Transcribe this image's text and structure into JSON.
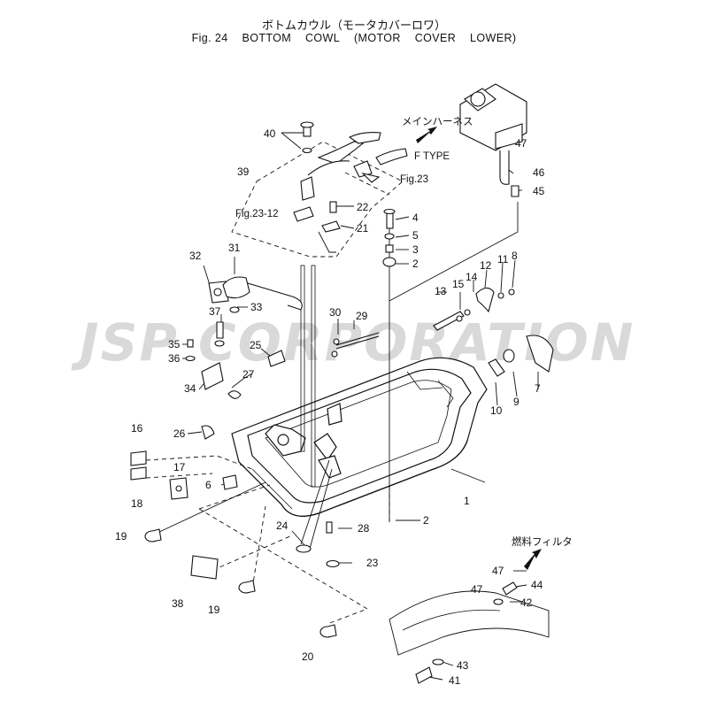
{
  "title": {
    "japanese": "ボトムカウル（モータカバーロワ）",
    "fig_label": "Fig. 24",
    "english_words": [
      "BOTTOM",
      "COWL",
      "(MOTOR",
      "COVER",
      "LOWER)"
    ]
  },
  "watermark": "JSP CORPORATION",
  "annotations": {
    "main_harness": "メインハーネス",
    "f_type": "F TYPE",
    "fig23_ref": "Fig.23",
    "fig23_12_ref": "Fig.23-12",
    "fuel_filter": "燃料フィルタ"
  },
  "callouts": [
    {
      "id": "c40",
      "text": "40"
    },
    {
      "id": "c39",
      "text": "39"
    },
    {
      "id": "c22",
      "text": "22"
    },
    {
      "id": "c21",
      "text": "21"
    },
    {
      "id": "c4",
      "text": "4"
    },
    {
      "id": "c5",
      "text": "5"
    },
    {
      "id": "c3",
      "text": "3"
    },
    {
      "id": "c2a",
      "text": "2"
    },
    {
      "id": "c47a",
      "text": "47"
    },
    {
      "id": "c46",
      "text": "46"
    },
    {
      "id": "c45",
      "text": "45"
    },
    {
      "id": "c31",
      "text": "31"
    },
    {
      "id": "c32",
      "text": "32"
    },
    {
      "id": "c33",
      "text": "33"
    },
    {
      "id": "c12",
      "text": "12"
    },
    {
      "id": "c11",
      "text": "11"
    },
    {
      "id": "c8",
      "text": "8"
    },
    {
      "id": "c14",
      "text": "14"
    },
    {
      "id": "c15",
      "text": "15"
    },
    {
      "id": "c13",
      "text": "13"
    },
    {
      "id": "c37",
      "text": "37"
    },
    {
      "id": "c30",
      "text": "30"
    },
    {
      "id": "c29",
      "text": "29"
    },
    {
      "id": "c35",
      "text": "35"
    },
    {
      "id": "c36",
      "text": "36"
    },
    {
      "id": "c25",
      "text": "25"
    },
    {
      "id": "c34",
      "text": "34"
    },
    {
      "id": "c27",
      "text": "27"
    },
    {
      "id": "c7",
      "text": "7"
    },
    {
      "id": "c9",
      "text": "9"
    },
    {
      "id": "c10",
      "text": "10"
    },
    {
      "id": "c16",
      "text": "16"
    },
    {
      "id": "c26",
      "text": "26"
    },
    {
      "id": "c17",
      "text": "17"
    },
    {
      "id": "c6",
      "text": "6"
    },
    {
      "id": "c18",
      "text": "18"
    },
    {
      "id": "c1",
      "text": "1"
    },
    {
      "id": "c2b",
      "text": "2"
    },
    {
      "id": "c19a",
      "text": "19"
    },
    {
      "id": "c24",
      "text": "24"
    },
    {
      "id": "c28",
      "text": "28"
    },
    {
      "id": "c23",
      "text": "23"
    },
    {
      "id": "c38",
      "text": "38"
    },
    {
      "id": "c19b",
      "text": "19"
    },
    {
      "id": "c20",
      "text": "20"
    },
    {
      "id": "c47b",
      "text": "47"
    },
    {
      "id": "c44",
      "text": "44"
    },
    {
      "id": "c47c",
      "text": "47"
    },
    {
      "id": "c42",
      "text": "42"
    },
    {
      "id": "c43",
      "text": "43"
    },
    {
      "id": "c41",
      "text": "41"
    }
  ]
}
